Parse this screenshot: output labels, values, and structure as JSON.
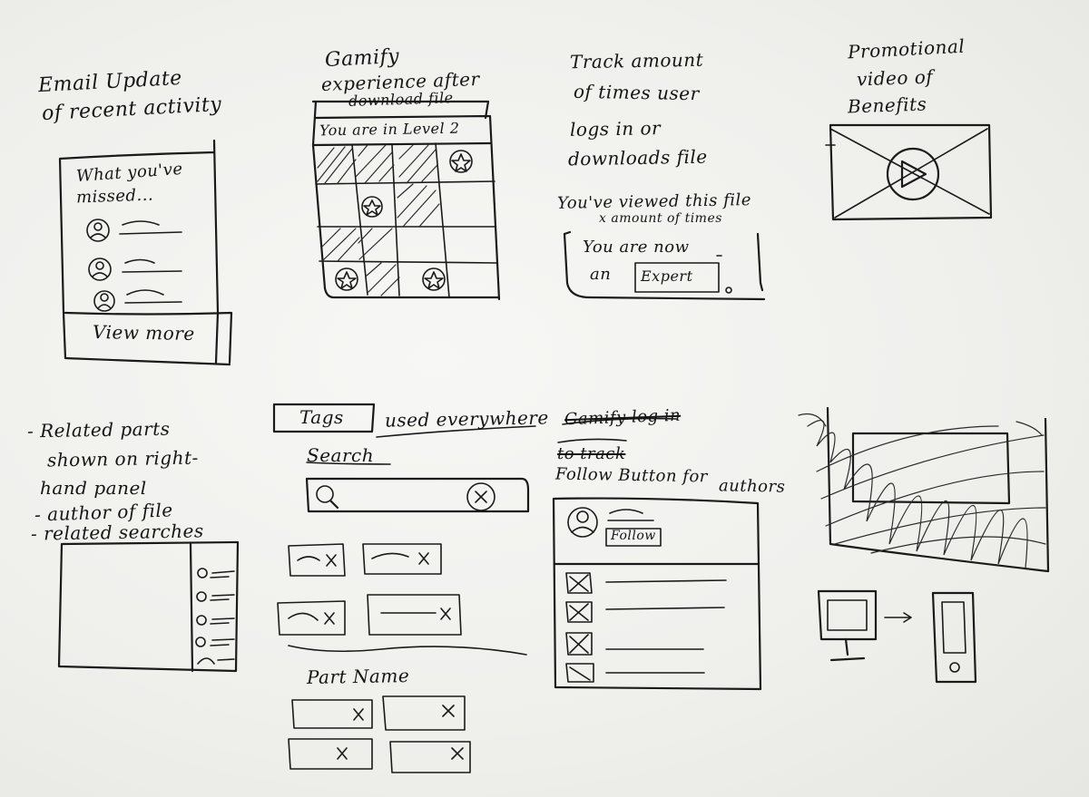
{
  "sketches": {
    "email": {
      "title_line1": "Email Update",
      "title_line2": "of recent activity",
      "panel_heading_line1": "What you've",
      "panel_heading_line2": "missed...",
      "button": "View more"
    },
    "gamify": {
      "title_line1": "Gamify",
      "title_line2": "experience after",
      "title_line3": "download file",
      "level_text": "You are in Level 2"
    },
    "track": {
      "line1": "Track amount",
      "line2": "of times user",
      "line3": "logs in or",
      "line4": "downloads file",
      "viewed_line1": "You've viewed this file",
      "viewed_line2": "x amount of times",
      "box_line1": "You are now",
      "box_line2": "an",
      "badge": "Expert"
    },
    "promo": {
      "line1": "Promotional",
      "line2": "video of",
      "line3": "Benefits"
    },
    "related": {
      "line1": "- Related parts",
      "line2": "shown on right-",
      "line3": "hand panel",
      "line4": "- author of file",
      "line5": "- related searches"
    },
    "tags": {
      "tag_label": "Tags",
      "tag_suffix": "used everywhere",
      "search_label": "Search",
      "part_name_label": "Part Name"
    },
    "follow": {
      "struck_line1": "Gamify log in",
      "struck_line2": "to track",
      "line1": "Follow Button for",
      "line2": "authors",
      "button": "Follow"
    }
  }
}
